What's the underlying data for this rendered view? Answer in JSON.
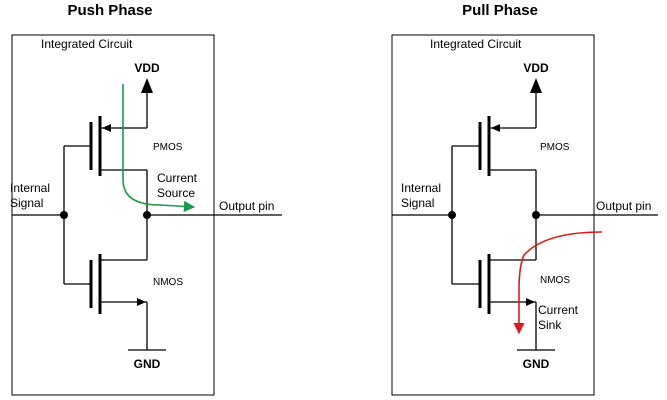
{
  "push": {
    "title": "Push Phase",
    "ic_label": "Integrated Circuit",
    "vdd": "VDD",
    "gnd": "GND",
    "pmos": "PMOS",
    "nmos": "NMOS",
    "input_line1": "Internal",
    "input_line2": "Signal",
    "output": "Output pin",
    "current_line1": "Current",
    "current_line2": "Source",
    "current_color": "#1a9a4a"
  },
  "pull": {
    "title": "Pull Phase",
    "ic_label": "Integrated Circuit",
    "vdd": "VDD",
    "gnd": "GND",
    "pmos": "PMOS",
    "nmos": "NMOS",
    "input_line1": "Internal",
    "input_line2": "Signal",
    "output": "Output pin",
    "current_line1": "Current",
    "current_line2": "Sink",
    "current_color": "#e01818"
  }
}
